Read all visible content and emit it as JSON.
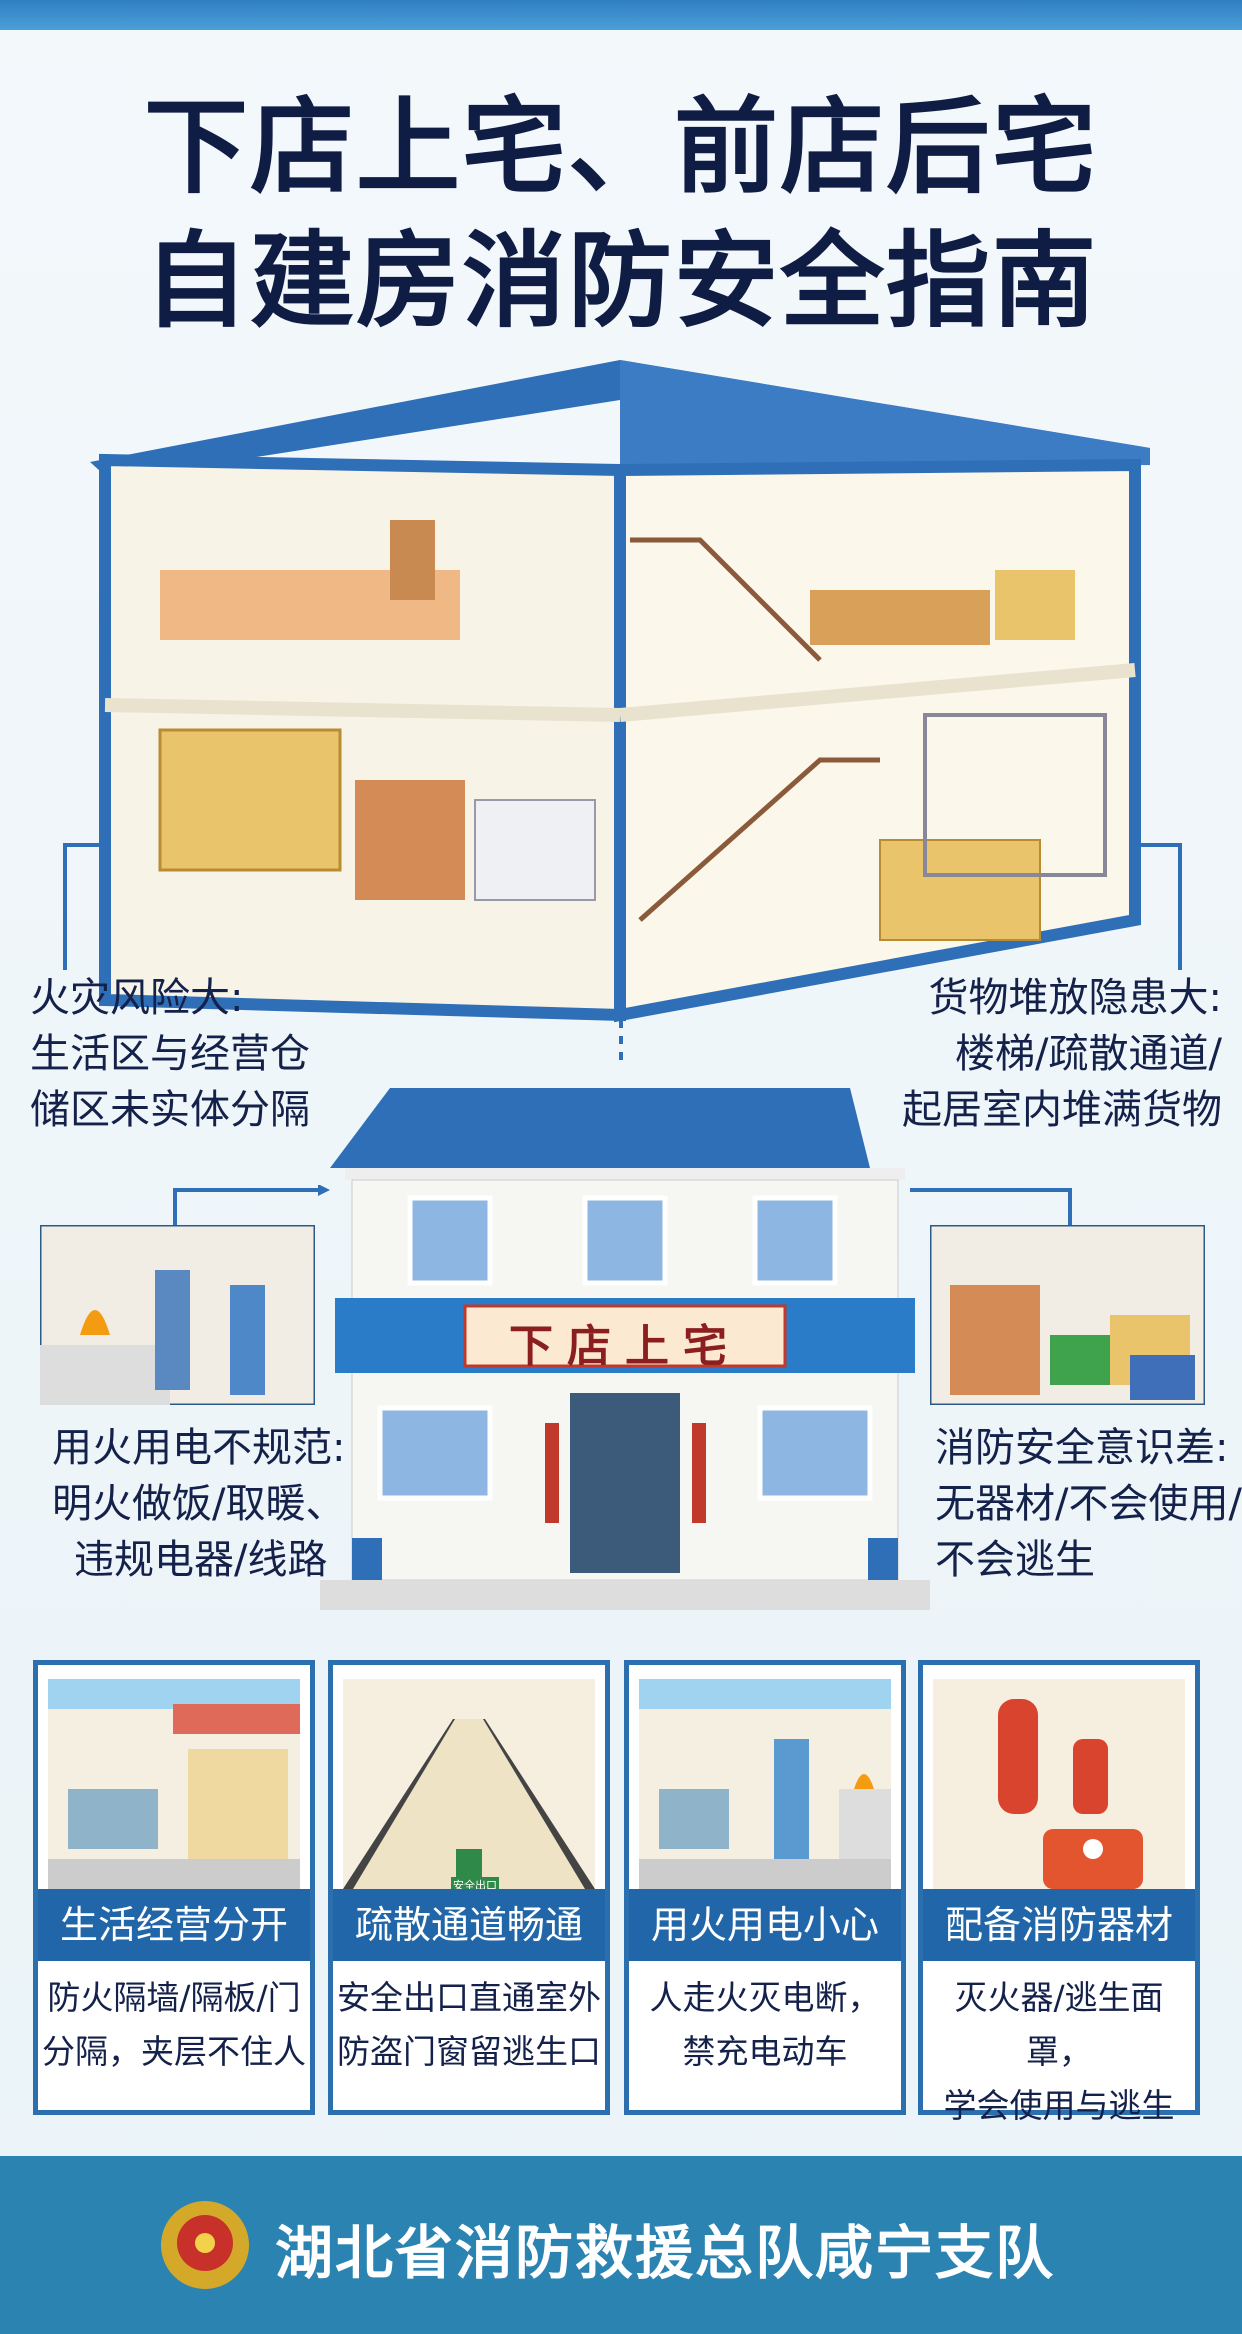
{
  "title": {
    "line1": "下店上宅、前店后宅",
    "line2": "自建房消防安全指南"
  },
  "callouts": {
    "left_top": {
      "heading": "火灾风险大:",
      "lines": [
        "生活区与经营仓",
        "储区未实体分隔"
      ]
    },
    "right_top": {
      "heading": "货物堆放隐患大:",
      "lines": [
        "楼梯/疏散通道/",
        "起居室内堆满货物"
      ]
    },
    "left_bottom": {
      "heading": "用火用电不规范:",
      "lines": [
        "明火做饭/取暖、",
        "违规电器/线路"
      ]
    },
    "right_bottom": {
      "heading": "消防安全意识差:",
      "lines": [
        "无器材/不会使用/",
        "不会逃生"
      ]
    }
  },
  "shop_sign": "下店上宅",
  "exit_sign": "安全出口",
  "cards": [
    {
      "title": "生活经营分开",
      "lines": [
        "防火隔墙/隔板/门",
        "分隔，夹层不住人"
      ]
    },
    {
      "title": "疏散通道畅通",
      "lines": [
        "安全出口直通室外",
        "防盗门窗留逃生口"
      ]
    },
    {
      "title": "用火用电小心",
      "lines": [
        "人走火灭电断，",
        "禁充电动车"
      ]
    },
    {
      "title": "配备消防器材",
      "lines": [
        "灭火器/逃生面罩，",
        "学会使用与逃生"
      ]
    }
  ],
  "footer": {
    "org": "湖北省消防救援总队咸宁支队"
  },
  "colors": {
    "accent": "#2166a8",
    "footer": "#2b83b2",
    "title": "#0f1c44",
    "roof": "#2f6fb8"
  }
}
